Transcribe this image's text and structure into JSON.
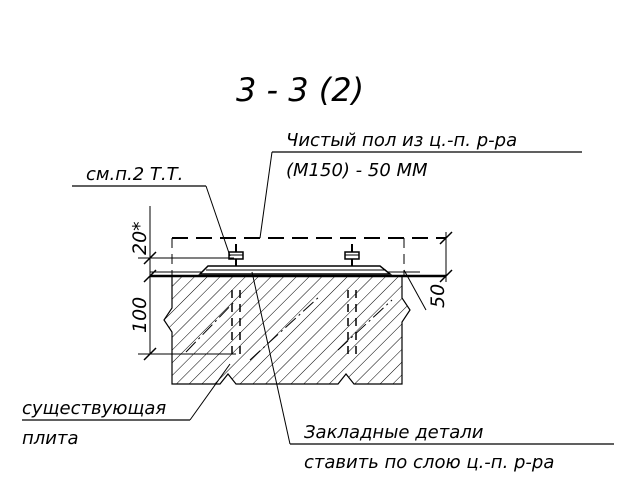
{
  "title": "3 - 3 (2)",
  "labels": {
    "floor_line1": "Чистый пол из ц.-п. р-ра",
    "floor_line2": "(М150) - 50 ММ",
    "see_note": "см.п.2 Т.Т.",
    "existing_line1": "существующая",
    "existing_line2": "плита",
    "embedded_line1": "Закладные детали",
    "embedded_line2": "ставить по слою ц.-п. р-ра"
  },
  "dimensions": {
    "top": "20*",
    "slab": "100",
    "floor": "50"
  }
}
